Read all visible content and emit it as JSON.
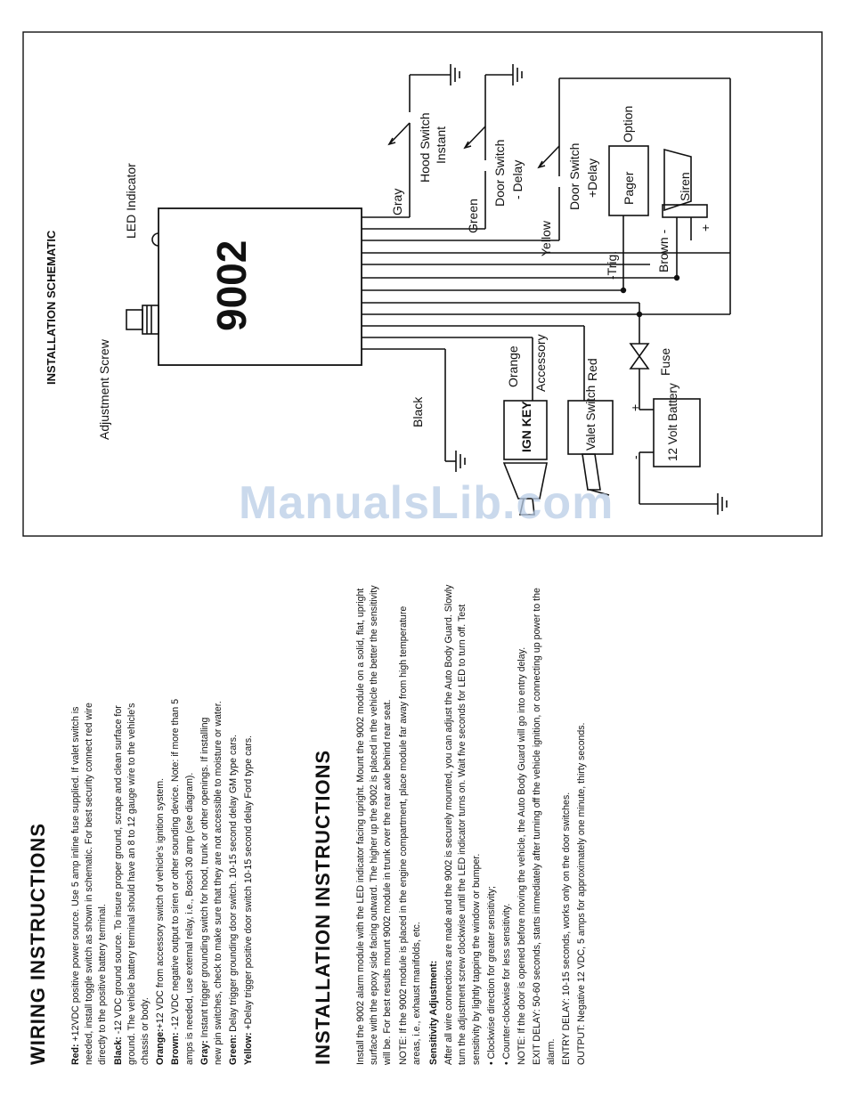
{
  "schematic": {
    "title": "INSTALLATION SCHEMATIC",
    "module_number": "9002",
    "labels": {
      "adjustment_screw": "Adjustment Screw",
      "led_indicator": "LED Indicator",
      "black": "Black",
      "orange": "Orange",
      "accessory": "Accessory",
      "red": "Red",
      "gray": "Gray",
      "hood_switch": "Hood Switch",
      "instant": "Instant",
      "green": "Green",
      "door_switch_1": "Door Switch",
      "delay_neg": "- Delay",
      "yellow": "Yellow",
      "door_switch_2": "Door Switch",
      "delay_pos": "+Delay",
      "trig": "-Trig.",
      "pager": "Pager",
      "option": "Option",
      "siren": "Siren",
      "brown": "Brown -",
      "plus_siren": "+",
      "fuse": "Fuse",
      "plus_battery": "+",
      "minus_battery": "-",
      "battery": "12 Volt Battery",
      "ign_key": "IGN KEY",
      "valet_switch": "Valet Switch"
    }
  },
  "watermark": "ManualsLib.com",
  "wiring": {
    "heading": "WIRING INSTRUCTIONS",
    "items": [
      {
        "key": "Red:",
        "text": " +12VDC positive power source.  Use 5 amp inline fuse supplied.  If valet switch is needed, install toggle switch as shown in schematic.  For best security connect red wire directly to the positive battery terminal."
      },
      {
        "key": "Black:",
        "text": " -12 VDC ground source.  To insure proper ground, scrape and clean surface for ground.  The vehicle battery terminal should have an 8 to 12 gauge wire to the vehicle's chassis or body."
      },
      {
        "key": "Orange:",
        "text": "+12 VDC from accessory switch of vehicle's ignition system."
      },
      {
        "key": "Brown:",
        "text": " -12 VDC negative output to siren or other sounding device.  Note: if more than 5 amps is needed, use external relay, i.e., Bosch 30 amp (see diagram)."
      },
      {
        "key": "Gray:",
        "text": " Instant trigger grounding switch for hood, trunk or other openings.  If installing new pin switches, check to make sure that they are not accessible to moisture or water."
      },
      {
        "key": "Green:",
        "text": " Delay trigger grounding door switch. 10-15 second delay GM type cars."
      },
      {
        "key": "Yellow:",
        "text": " +Delay trigger positive door switch 10-15 second delay Ford type cars."
      }
    ]
  },
  "installation": {
    "heading": "INSTALLATION INSTRUCTIONS",
    "intro": "Install the 9002 alarm module with the LED indicator facing upright.  Mount the 9002 module on a solid, flat, upright surface with the epoxy side facing outward. The higher up the 9002 is placed in the vehicle the better the sensitivity will be.  For best results mount 9002 module in trunk over the rear axle behind rear seat.",
    "note1": "NOTE: If the 9002 module is placed in the engine compartment, place module far away from high temperature areas, i.e., exhaust manifolds, etc.",
    "sens_title": "Sensitivity Adjustment:",
    "sens_text": "After all wire connections are made and the 9002 is securely mounted, you can adjust the Auto Body Guard.  Slowly turn the adjustment screw clockwise until the LED indicator turns on.  Wait five seconds for LED to turn off.  Test sensitivity by lightly tapping the window or bumper.",
    "bullet1": "• Clockwise direction for greater sensitivity;",
    "bullet2": "• Counter-clockwise for less sensitivity.",
    "note2": "NOTE: If the door is opened before moving the vehicle, the Auto Body Guard will go into entry delay.",
    "exit_delay": "EXIT DELAY:  50-60 seconds, starts immediately after turning off the vehicle ignition, or connecting up power to the alarm.",
    "entry_delay": "ENTRY DELAY:  10-15 seconds, works only on the door switches.",
    "output": "OUTPUT:  Negative 12 VDC, 5 amps for approximately one minute, thirty seconds."
  }
}
